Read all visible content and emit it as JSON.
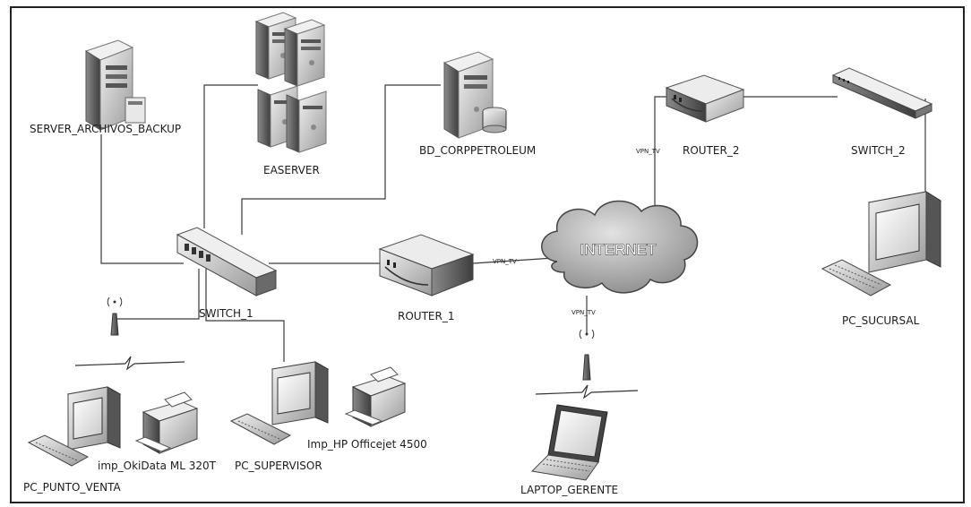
{
  "labels": {
    "server_backup": "SERVER_ARCHIVOS_BACKUP",
    "easerver": "EASERVER",
    "bd": "BD_CORPPETROLEUM",
    "router2": "ROUTER_2",
    "switch2": "SWITCH_2",
    "vpn_router2": "VPN_TV",
    "internet": "INTERNET",
    "vpn_router1": "VPN_TV",
    "vpn_laptop": "VPN_TV",
    "switch1": "SWITCH_1",
    "router1": "ROUTER_1",
    "pc_sucursal": "PC_SUCURSAL",
    "pc_punto_venta": "PC_PUNTO_VENTA",
    "imp_okidata": "imp_OkiData ML 320T",
    "pc_supervisor": "PC_SUPERVISOR",
    "imp_hp": "Imp_HP Officejet 4500",
    "laptop": "LAPTOP_GERENTE"
  },
  "colors": {
    "border": "#222222",
    "wire": "#3a3a3a",
    "device_light": "#e6e6e6",
    "device_dark": "#7a7a7a",
    "cloud": "#bdbdbd"
  },
  "icons": {
    "server_backup": "server-icon",
    "easerver": "server-cluster-icon",
    "bd": "database-server-icon",
    "router": "router-icon",
    "switch": "switch-icon",
    "internet": "cloud-icon",
    "pc": "desktop-pc-icon",
    "printer": "printer-icon",
    "access_point": "wireless-access-point-icon",
    "laptop": "laptop-icon",
    "wireless_link": "lightning-link-icon"
  }
}
